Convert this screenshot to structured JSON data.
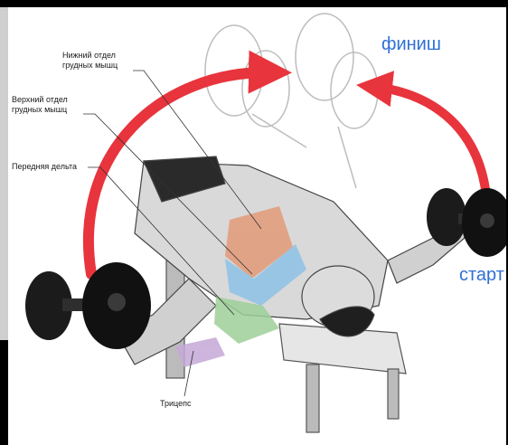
{
  "labels": {
    "lower_chest": [
      "Нижний отдел",
      "грудных мышц"
    ],
    "upper_chest": [
      "Верхний отдел",
      "грудных мышц"
    ],
    "front_delt": "Передняя дельта",
    "triceps": "Трицепс",
    "finish": "финиш",
    "start": "старт"
  },
  "colors": {
    "arrow": "#e8343c",
    "label_blue": "#2f6fd6",
    "lower_chest_fill": "#e39a78",
    "upper_chest_fill": "#8fc2e6",
    "front_delt_fill": "#9ed09a",
    "triceps_fill": "#c4a8d8"
  },
  "icons": [
    "dumbbell-icon",
    "curved-arrow-icon",
    "bench-icon"
  ]
}
